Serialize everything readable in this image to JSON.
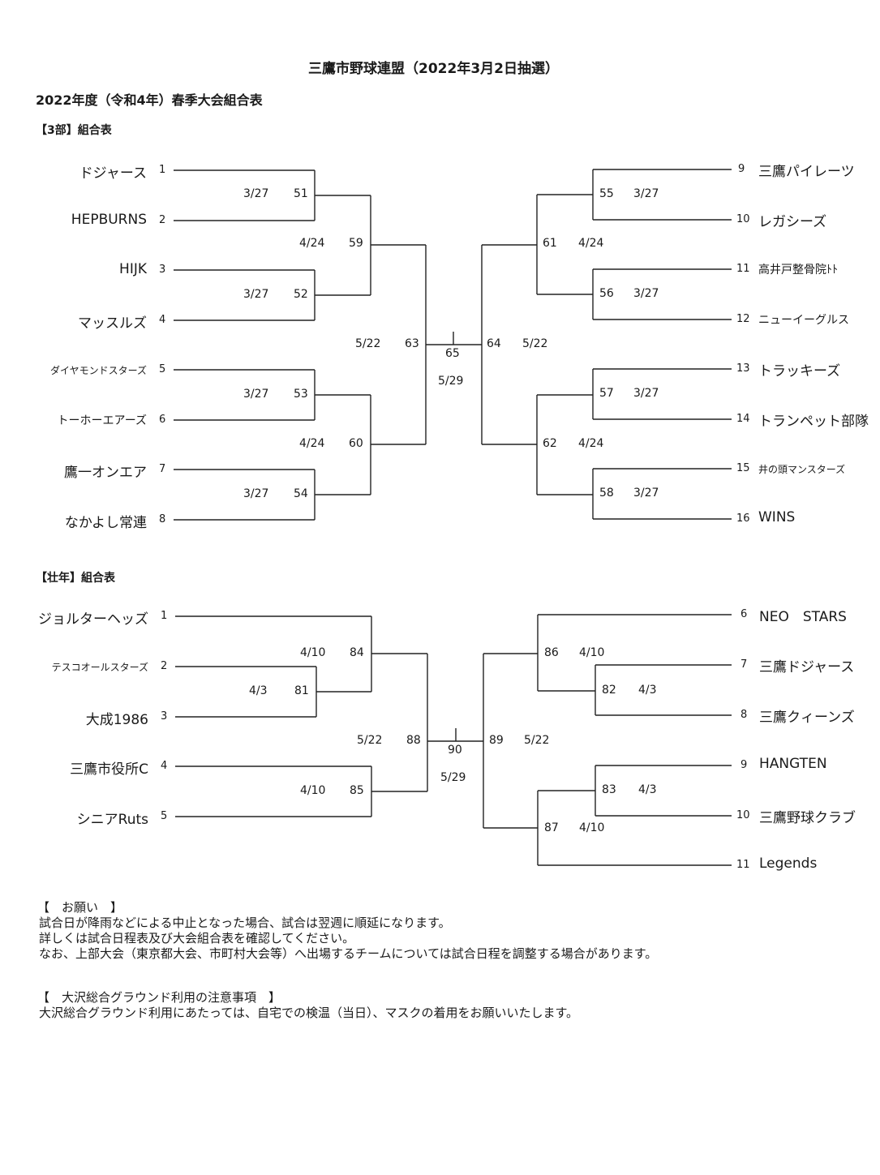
{
  "header": {
    "title": "三鷹市野球連盟（2022年3月2日抽選）",
    "subtitle": "2022年度（令和4年）春季大会組合表"
  },
  "div3": {
    "label": "【3部】組合表",
    "left_teams": [
      {
        "no": "1",
        "name": "ドジャース"
      },
      {
        "no": "2",
        "name": "HEPBURNS"
      },
      {
        "no": "3",
        "name": "HIJK"
      },
      {
        "no": "4",
        "name": "マッスルズ"
      },
      {
        "no": "5",
        "name": "ダイヤモンドスターズ"
      },
      {
        "no": "6",
        "name": "トーホーエアーズ"
      },
      {
        "no": "7",
        "name": "鷹一オンエア"
      },
      {
        "no": "8",
        "name": "なかよし常連"
      }
    ],
    "right_teams": [
      {
        "no": "9",
        "name": "三鷹パイレーツ"
      },
      {
        "no": "10",
        "name": "レガシーズ"
      },
      {
        "no": "11",
        "name": "高井戸整骨院ﾄﾄ"
      },
      {
        "no": "12",
        "name": "ニューイーグルス"
      },
      {
        "no": "13",
        "name": "トラッキーズ"
      },
      {
        "no": "14",
        "name": "トランペット部隊"
      },
      {
        "no": "15",
        "name": "井の頭マンスターズ"
      },
      {
        "no": "16",
        "name": "WINS"
      }
    ],
    "games": {
      "g51": {
        "no": "51",
        "date": "3/27"
      },
      "g52": {
        "no": "52",
        "date": "3/27"
      },
      "g53": {
        "no": "53",
        "date": "3/27"
      },
      "g54": {
        "no": "54",
        "date": "3/27"
      },
      "g55": {
        "no": "55",
        "date": "3/27"
      },
      "g56": {
        "no": "56",
        "date": "3/27"
      },
      "g57": {
        "no": "57",
        "date": "3/27"
      },
      "g58": {
        "no": "58",
        "date": "3/27"
      },
      "g59": {
        "no": "59",
        "date": "4/24"
      },
      "g60": {
        "no": "60",
        "date": "4/24"
      },
      "g61": {
        "no": "61",
        "date": "4/24"
      },
      "g62": {
        "no": "62",
        "date": "4/24"
      },
      "g63": {
        "no": "63",
        "date": "5/22"
      },
      "g64": {
        "no": "64",
        "date": "5/22"
      },
      "g65": {
        "no": "65",
        "date": "5/29"
      }
    }
  },
  "senior": {
    "label": "【壮年】組合表",
    "left_teams": [
      {
        "no": "1",
        "name": "ジョルターヘッズ"
      },
      {
        "no": "2",
        "name": "テスコオールスターズ"
      },
      {
        "no": "3",
        "name": "大成1986"
      },
      {
        "no": "4",
        "name": "三鷹市役所C"
      },
      {
        "no": "5",
        "name": "シニアRuts"
      }
    ],
    "right_teams": [
      {
        "no": "6",
        "name": "NEO　STARS"
      },
      {
        "no": "7",
        "name": "三鷹ドジャース"
      },
      {
        "no": "8",
        "name": "三鷹クィーンズ"
      },
      {
        "no": "9",
        "name": "HANGTEN"
      },
      {
        "no": "10",
        "name": "三鷹野球クラブ"
      },
      {
        "no": "11",
        "name": "Legends"
      }
    ],
    "games": {
      "g81": {
        "no": "81",
        "date": "4/3"
      },
      "g82": {
        "no": "82",
        "date": "4/3"
      },
      "g83": {
        "no": "83",
        "date": "4/3"
      },
      "g84": {
        "no": "84",
        "date": "4/10"
      },
      "g85": {
        "no": "85",
        "date": "4/10"
      },
      "g86": {
        "no": "86",
        "date": "4/10"
      },
      "g87": {
        "no": "87",
        "date": "4/10"
      },
      "g88": {
        "no": "88",
        "date": "5/22"
      },
      "g89": {
        "no": "89",
        "date": "5/22"
      },
      "g90": {
        "no": "90",
        "date": "5/29"
      }
    }
  },
  "notes": {
    "request_heading": "【　お願い　】",
    "request_lines": [
      "試合日が降雨などによる中止となった場合、試合は翌週に順延になります。",
      "詳しくは試合日程表及び大会組合表を確認してください。",
      "なお、上部大会（東京都大会、市町村大会等）へ出場するチームについては試合日程を調整する場合があります。"
    ],
    "ground_heading": "【　大沢総合グラウンド利用の注意事項　】",
    "ground_lines": [
      "大沢総合グラウンド利用にあたっては、自宅での検温（当日）、マスクの着用をお願いいたします。"
    ]
  }
}
